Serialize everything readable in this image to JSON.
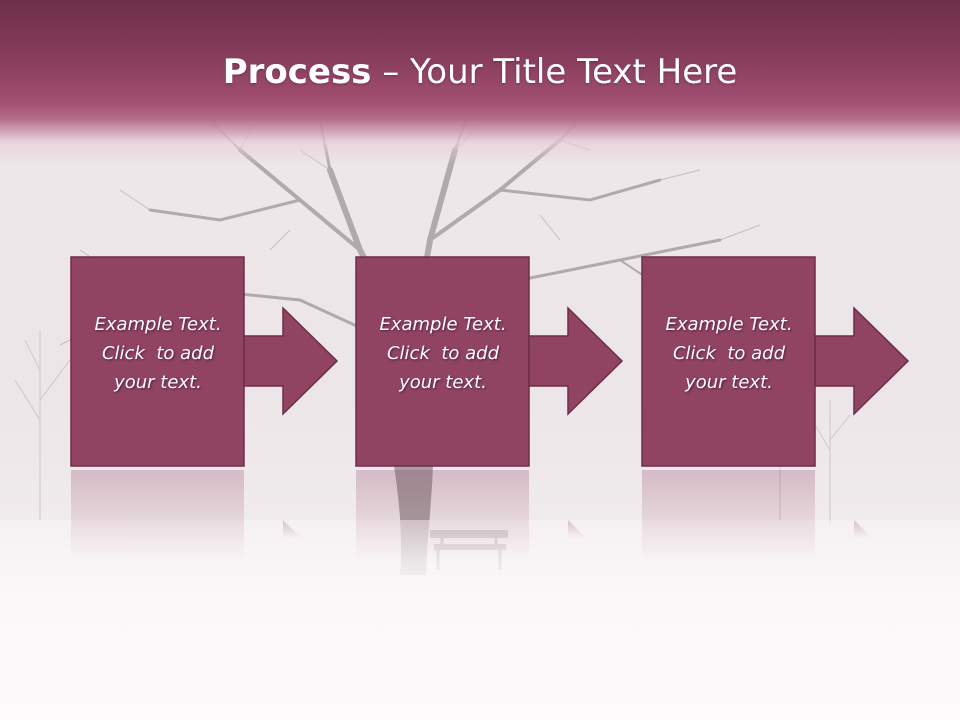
{
  "slide": {
    "title_strong": "Process",
    "title_rest": " – Your Title Text Here"
  },
  "steps": [
    {
      "line1": "Example Text.",
      "line2": "Click  to add",
      "line3": "your text."
    },
    {
      "line1": "Example Text.",
      "line2": "Click  to add",
      "line3": "your text."
    },
    {
      "line1": "Example Text.",
      "line2": "Click  to add",
      "line3": "your text."
    }
  ],
  "colors": {
    "header": "#8a3f5e",
    "box_fill": "#914462",
    "box_stroke": "#6e2c48",
    "text": "#ffffff",
    "background": "#f7f1f3"
  },
  "icons": {
    "arrow": "right-arrow-icon",
    "background_image": "winter-tree-bench-scene"
  }
}
